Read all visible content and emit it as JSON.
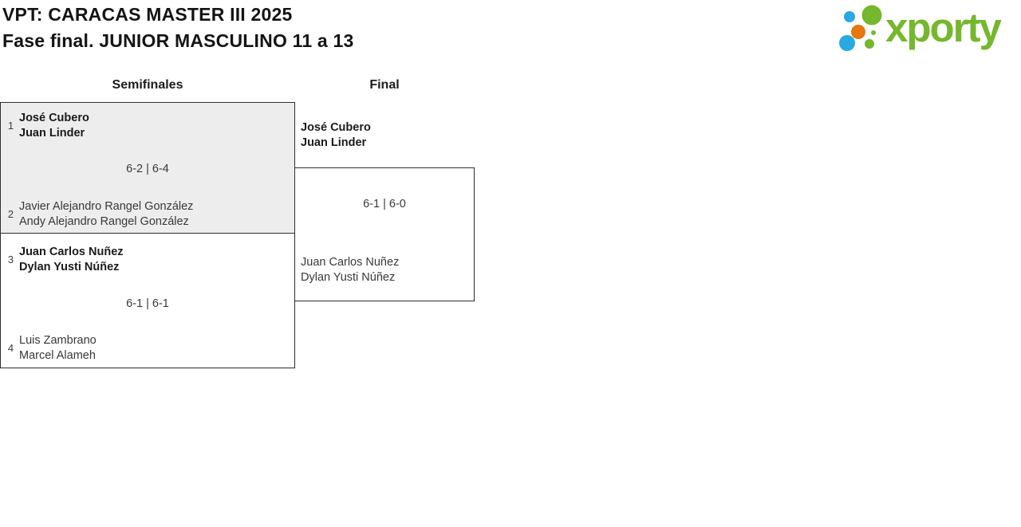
{
  "header": {
    "title": "VPT: CARACAS MASTER III 2025",
    "subtitle": "Fase final. JUNIOR MASCULINO 11 a 13"
  },
  "logo": {
    "brand": "xporty",
    "colors": {
      "green": "#75b72d",
      "blue": "#29a9e1",
      "orange": "#e7770e"
    }
  },
  "bracket": {
    "rounds": [
      {
        "label": "Semifinales"
      },
      {
        "label": "Final"
      }
    ],
    "semifinal1": {
      "team1": {
        "seed": "1",
        "players": [
          "José Cubero",
          "Juan Linder"
        ],
        "winner": true
      },
      "score": "6-2 | 6-4",
      "team2": {
        "seed": "2",
        "players": [
          "Javier Alejandro Rangel González",
          "Andy Alejandro Rangel González"
        ],
        "winner": false
      }
    },
    "semifinal2": {
      "team1": {
        "seed": "3",
        "players": [
          "Juan Carlos Nuñez",
          "Dylan Yusti Núñez"
        ],
        "winner": true
      },
      "score": "6-1 | 6-1",
      "team2": {
        "seed": "4",
        "players": [
          "Luis Zambrano",
          "Marcel Alameh"
        ],
        "winner": false
      }
    },
    "final": {
      "team1": {
        "players": [
          "José Cubero",
          "Juan Linder"
        ],
        "winner": true
      },
      "score": "6-1 | 6-0",
      "team2": {
        "players": [
          "Juan Carlos Nuñez",
          "Dylan Yusti Núñez"
        ],
        "winner": false
      }
    }
  },
  "styles": {
    "box_fill_alt": "#ededed",
    "border_color": "#2e2e2e"
  }
}
